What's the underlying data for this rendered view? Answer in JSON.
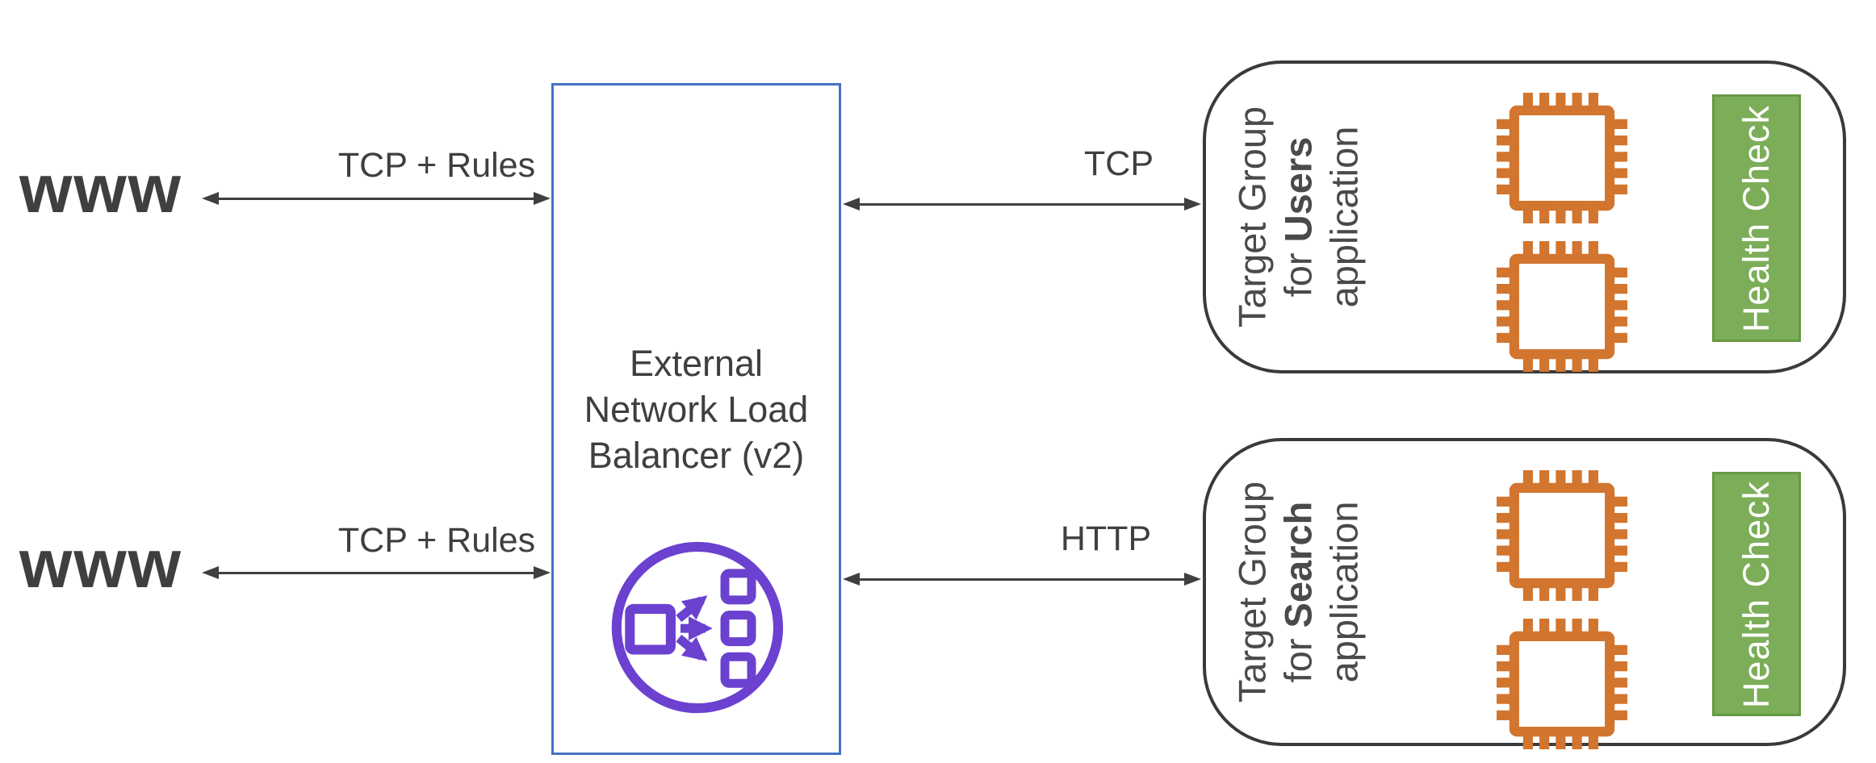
{
  "clients": [
    {
      "label": "www"
    },
    {
      "label": "www"
    }
  ],
  "load_balancer": {
    "title_lines": [
      "External",
      "Network Load",
      "Balancer (v2)"
    ],
    "icon": "elastic-load-balancer-icon"
  },
  "connections": [
    {
      "label": "TCP + Rules",
      "from": "www",
      "to": "load-balancer",
      "row": "top"
    },
    {
      "label": "TCP",
      "from": "load-balancer",
      "to": "target-group-users",
      "row": "top"
    },
    {
      "label": "TCP + Rules",
      "from": "www",
      "to": "load-balancer",
      "row": "bottom"
    },
    {
      "label": "HTTP",
      "from": "load-balancer",
      "to": "target-group-search",
      "row": "bottom"
    }
  ],
  "target_groups": [
    {
      "title_line1": "Target Group",
      "title_line2_prefix": "for ",
      "title_line2_emphasis": "Users",
      "title_line3": "application",
      "badge": "Health Check",
      "instance_count": 2,
      "instance_icon": "chip-icon"
    },
    {
      "title_line1": "Target Group",
      "title_line2_prefix": "for ",
      "title_line2_emphasis": "Search",
      "title_line3": "application",
      "badge": "Health Check",
      "instance_count": 2,
      "instance_icon": "chip-icon"
    }
  ],
  "colors": {
    "accent_blue": "#4472C4",
    "icon_purple": "#6B41D0",
    "chip_orange": "#D2752F",
    "health_green": "#7CAD58",
    "health_green_border": "#669A44",
    "text_gray": "#3f3f3f",
    "line_gray": "#3f3f3f"
  }
}
